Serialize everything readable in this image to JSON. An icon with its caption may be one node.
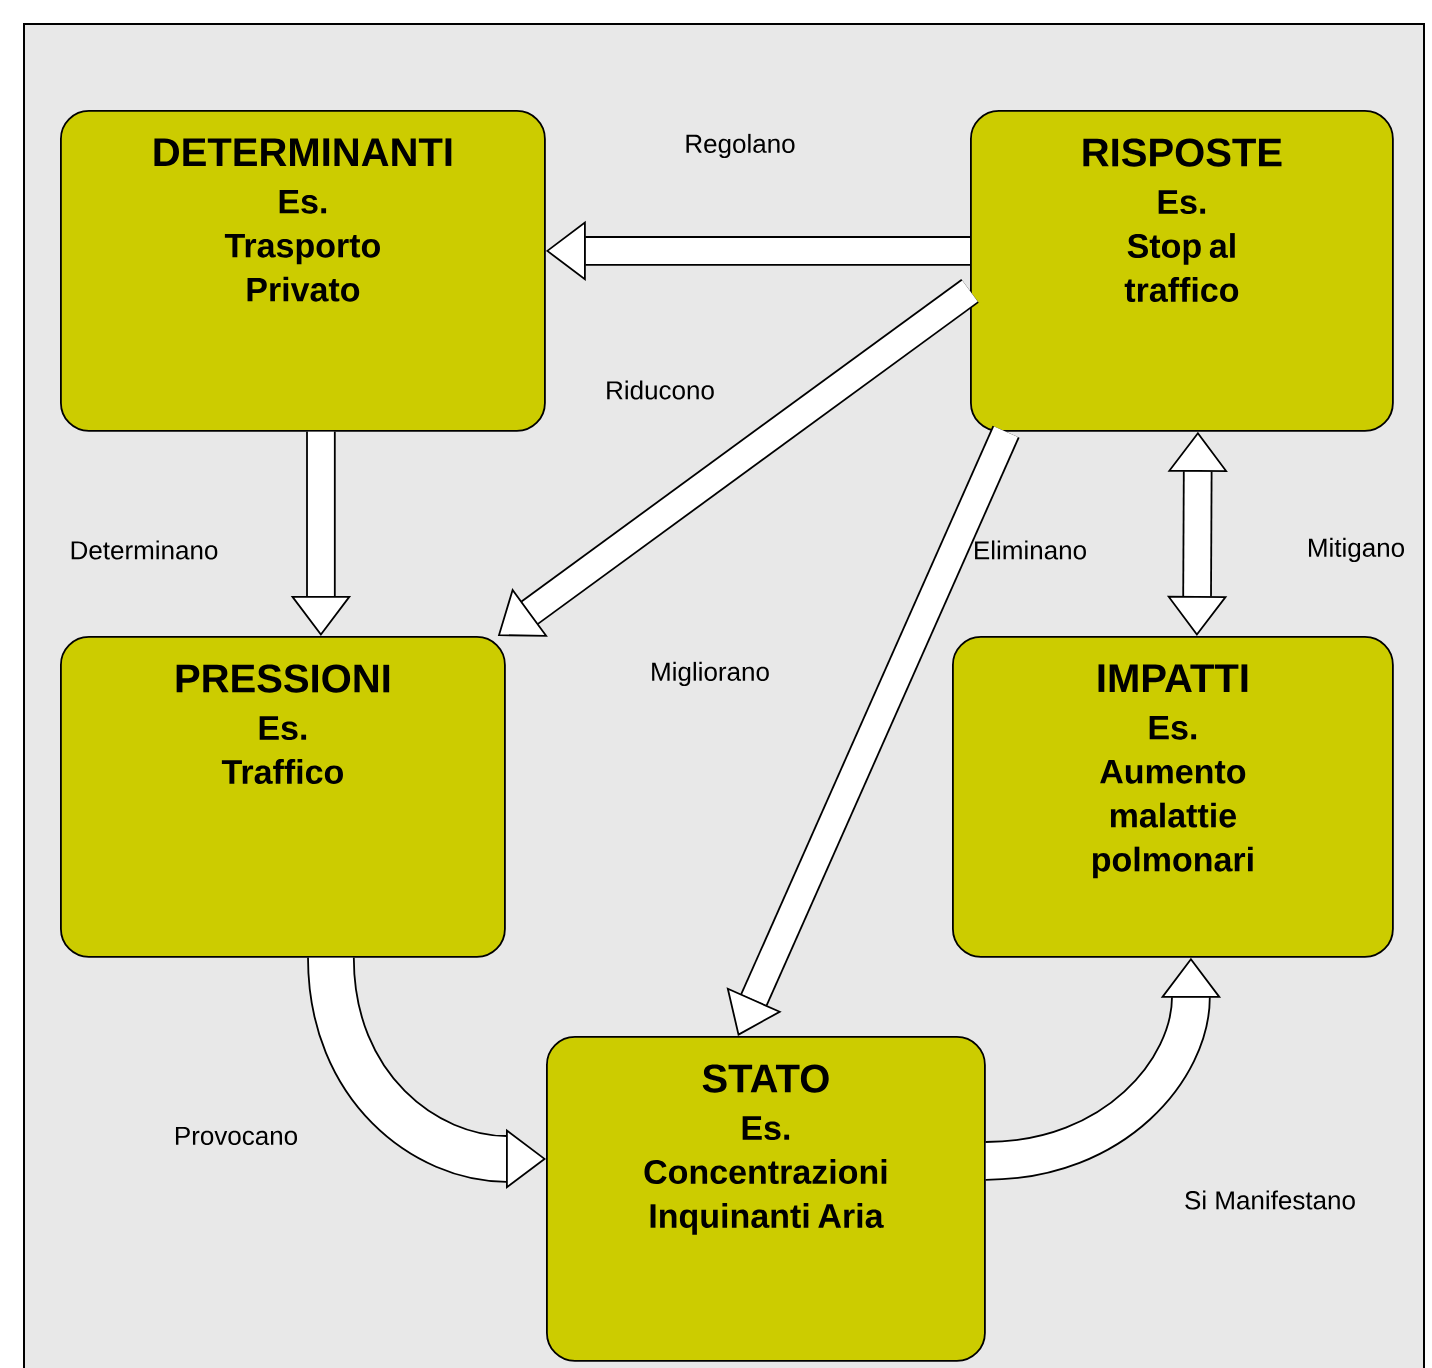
{
  "diagram": {
    "nodes": [
      {
        "text": [
          "DETERMINANTI",
          "Es. Trasporto Privato"
        ]
      },
      {
        "text": [
          "RISPOSTE",
          "Es. Stop al traffico"
        ]
      },
      {
        "text": [
          "PRESSIONI",
          "Es. Traffico"
        ]
      },
      {
        "text": [
          "IMPATTI",
          "Es. Aumento malattie polmonari"
        ]
      },
      {
        "text": [
          "STATO",
          "Es. Concentrazioni Inquinanti Aria"
        ]
      }
    ],
    "edges": [
      {
        "from": 1,
        "to": 0,
        "arrow": "to",
        "label": "Regolano"
      },
      {
        "from": 1,
        "to": 2,
        "arrow": "to",
        "label": "Riducono"
      },
      {
        "from": 0,
        "to": 2,
        "arrow": "to",
        "label": "Determinano"
      },
      {
        "from": 1,
        "to": 4,
        "arrow": "to",
        "label": "Migliorano"
      },
      {
        "from": 1,
        "to": 3,
        "arrow": "both",
        "label": "Mitigano"
      },
      {
        "from": 2,
        "to": 4,
        "arrow": "to",
        "label": "Provocano"
      },
      {
        "from": 4,
        "to": 3,
        "arrow": "to",
        "label": "Si Manifestano"
      }
    ],
    "labels": [
      "Eliminano"
    ]
  }
}
